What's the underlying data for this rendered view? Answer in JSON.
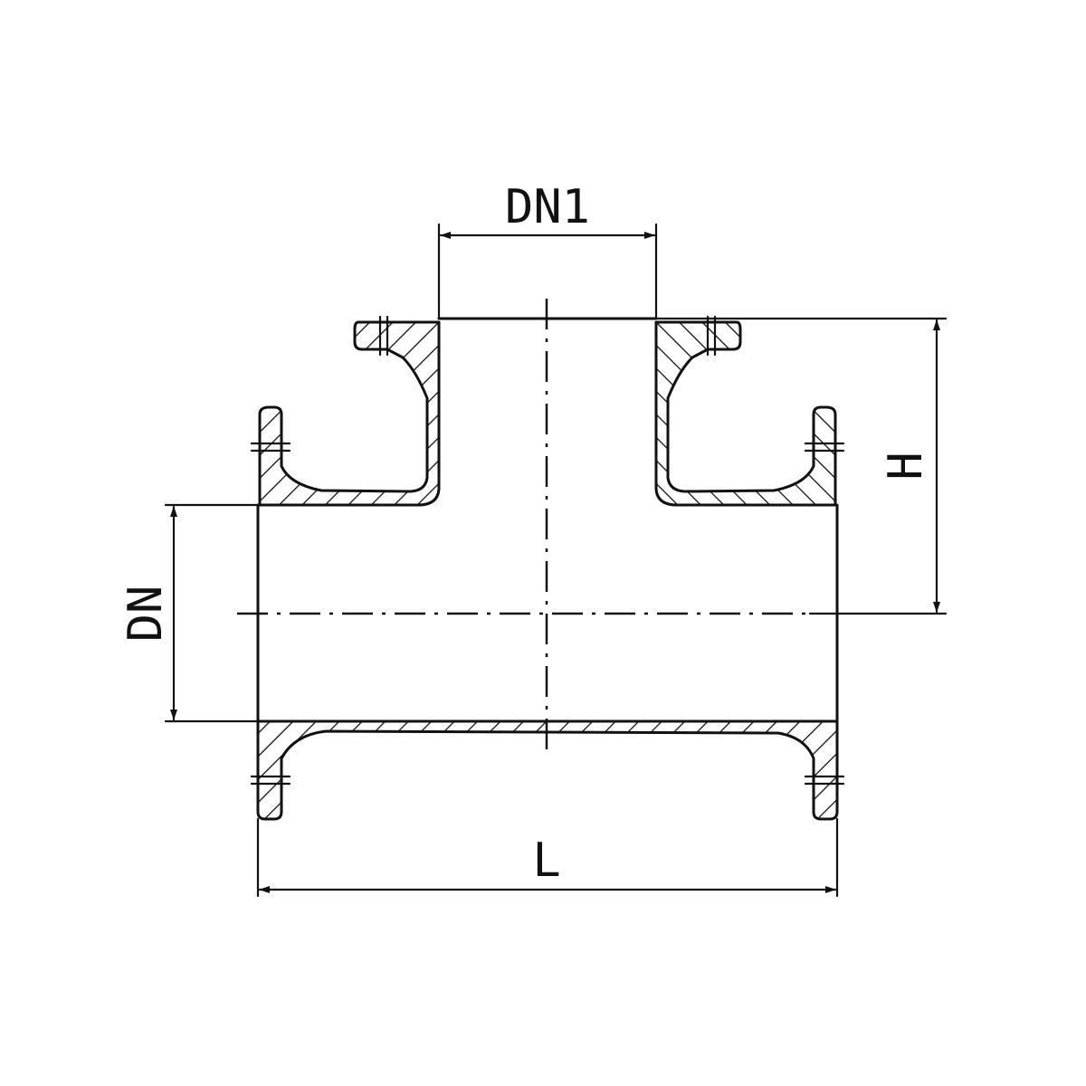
{
  "drawing": {
    "subject": "flanged-equal-tee-section",
    "colors": {
      "line": "#111111",
      "background": "#ffffff"
    },
    "dimensions": {
      "branch_bore": "DN1",
      "run_bore": "DN",
      "height": "H",
      "length": "L"
    }
  }
}
